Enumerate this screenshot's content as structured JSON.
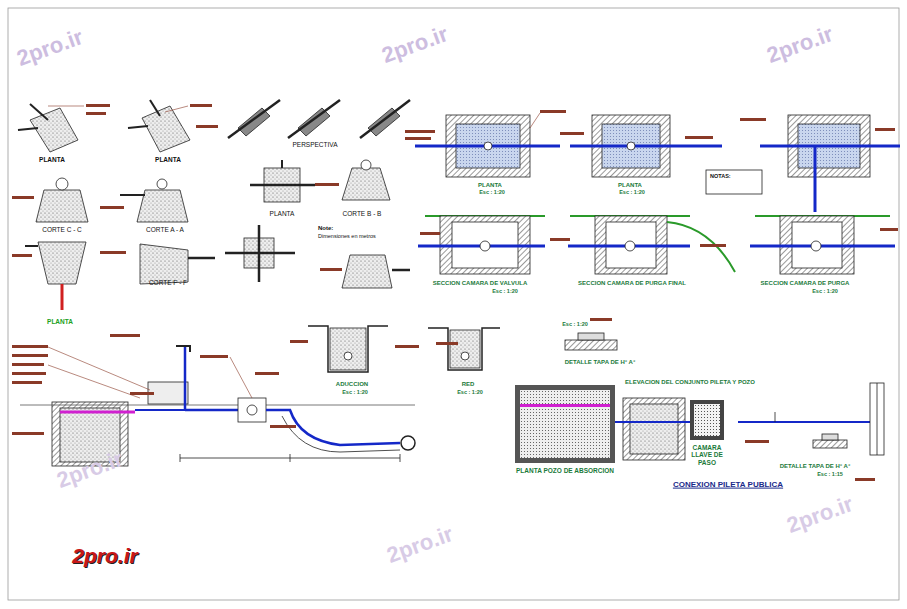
{
  "diagram": {
    "nodes": [
      {
        "text": [
          "PLANTA POZO DE ABSORCION"
        ]
      },
      {
        "text": [
          "CAMARA LLAVE DE PASO"
        ]
      }
    ],
    "edges": [
      {
        "from": 0,
        "to": 1,
        "arrow": "none"
      }
    ],
    "labels": [
      "PLANTA",
      "PLANTA",
      "PERSPECTIVA",
      "PLANTA",
      "CORTE B - B",
      "Note:",
      "Dimensiones en metros",
      "CORTE C - C",
      "CORTE A - A",
      "CORTE F - F",
      "PLANTA",
      "PLANTA",
      "Esc : 1:20",
      "PLANTA",
      "Esc : 1:20",
      "NOTAS:",
      "SECCION CAMARA DE VALVULA",
      "Esc : 1:20",
      "SECCION CAMARA DE PURGA FINAL",
      "SECCION CAMARA DE PURGA",
      "Esc : 1:20",
      "ADUCCION",
      "Esc : 1:20",
      "RED",
      "Esc : 1:20",
      "Esc : 1:20",
      "DETALLE TAPA DE H° A°",
      "ELEVACION DEL CONJUNTO PILETA Y POZO",
      "DETALLE TAPA DE H° A°",
      "Esc : 1:15",
      "CONEXION PILETA PUBLICA",
      "2pro.ir",
      "2pro.ir",
      "2pro.ir",
      "2pro.ir",
      "2pro.ir",
      "2pro.ir",
      "2pro.ir"
    ]
  }
}
